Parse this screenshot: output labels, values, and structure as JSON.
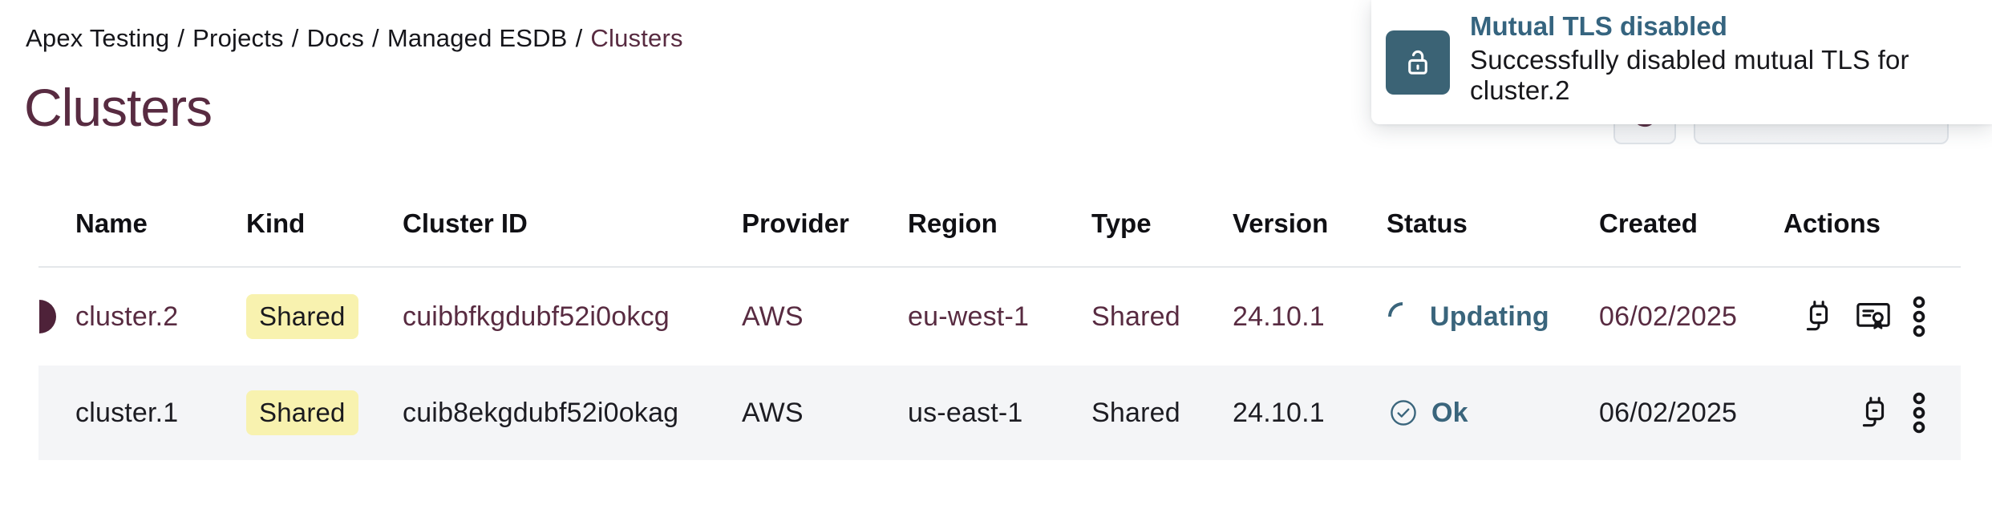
{
  "breadcrumb": {
    "separator": "/",
    "items": [
      {
        "label": "Apex Testing"
      },
      {
        "label": "Projects"
      },
      {
        "label": "Docs"
      },
      {
        "label": "Managed ESDB"
      },
      {
        "label": "Clusters"
      }
    ]
  },
  "page": {
    "title": "Clusters"
  },
  "toast": {
    "title": "Mutual TLS disabled",
    "message": "Successfully disabled mutual TLS for cluster.2",
    "icon": "unlock-icon",
    "title_color": "#35647f",
    "icon_bg_color": "#3b6375"
  },
  "toolbar": {
    "refresh_button_icon": "refresh-icon",
    "dropdown_button_icon": "chevron-down-icon"
  },
  "table": {
    "columns": [
      "Name",
      "Kind",
      "Cluster ID",
      "Provider",
      "Region",
      "Type",
      "Version",
      "Status",
      "Created",
      "Actions"
    ],
    "rows": [
      {
        "name": "cluster.2",
        "kind": "Shared",
        "cluster_id": "cuibbfkgdubf52i0okcg",
        "provider": "AWS",
        "region": "eu-west-1",
        "type": "Shared",
        "version": "24.10.1",
        "status": "Updating",
        "status_icon": "spinner-icon",
        "created": "06/02/2025",
        "actions": [
          "connect-plug-icon",
          "certificate-icon",
          "kebab-menu-icon"
        ],
        "active": true
      },
      {
        "name": "cluster.1",
        "kind": "Shared",
        "cluster_id": "cuib8ekgdubf52i0okag",
        "provider": "AWS",
        "region": "us-east-1",
        "type": "Shared",
        "version": "24.10.1",
        "status": "Ok",
        "status_icon": "check-circle-icon",
        "created": "06/02/2025",
        "actions": [
          "connect-plug-icon",
          "kebab-menu-icon"
        ],
        "active": false
      }
    ]
  },
  "colors": {
    "accent_maroon": "#582b41",
    "marker_maroon": "#4e2239",
    "status_teal": "#3a657c",
    "badge_yellow": "#f8f2af",
    "alt_row_bg": "#f4f5f7",
    "border_gray": "#e4e7ea"
  }
}
